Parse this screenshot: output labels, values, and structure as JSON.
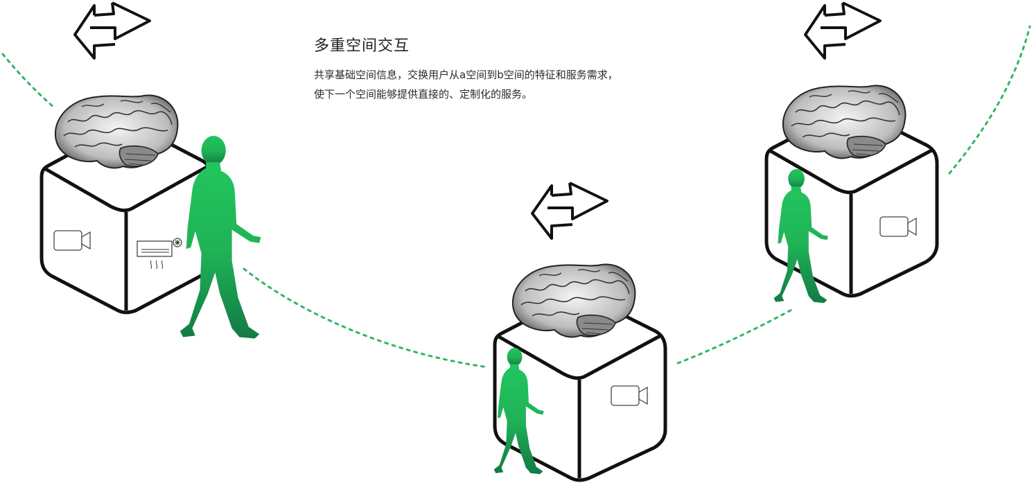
{
  "heading": "多重空间交互",
  "description_lines": [
    "共享基础空间信息，交换用户从a空间到b空间的特征和服务需求，",
    "使下一个空间能够提供直接的、定制化的服务。"
  ],
  "colors": {
    "path_dots": "#2bb862",
    "person_top": "#22c55e",
    "person_bottom": "#137a45",
    "outline": "#111111",
    "text": "#222222"
  },
  "icons": [
    "exchange-arrows-icon",
    "brain-icon",
    "camera-icon",
    "air-conditioner-icon",
    "person-walking-icon"
  ]
}
